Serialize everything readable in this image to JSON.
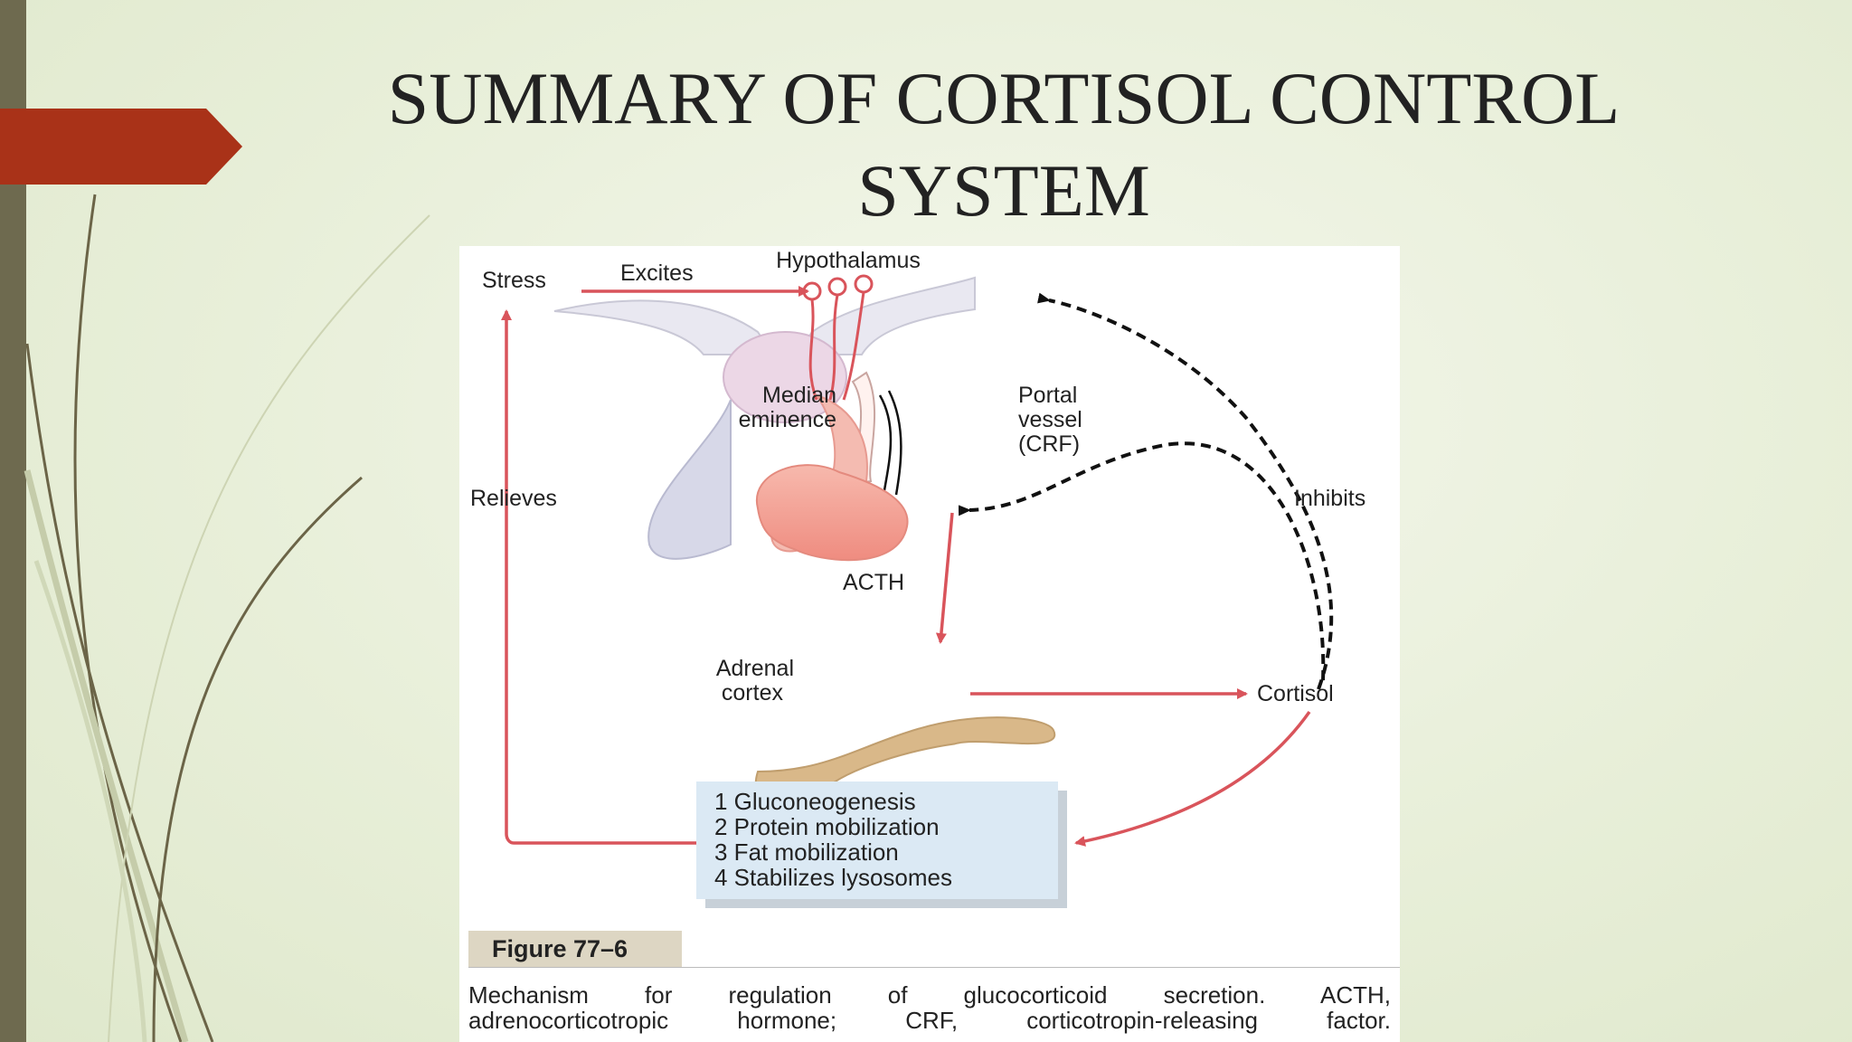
{
  "slide": {
    "title": "SUMMARY OF CORTISOL CONTROL SYSTEM",
    "colors": {
      "accent": "#a93218",
      "sidebar": "#6e6a4f",
      "arrow": "#d9545b"
    }
  },
  "diagram": {
    "labels": {
      "stress": "Stress",
      "excites": "Excites",
      "hypothalamus": "Hypothalamus",
      "median_eminence_1": "Median",
      "median_eminence_2": "eminence",
      "portal_1": "Portal",
      "portal_2": "vessel",
      "portal_3": "(CRF)",
      "relieves": "Relieves",
      "inhibits": "Inhibits",
      "acth": "ACTH",
      "adrenal_1": "Adrenal",
      "adrenal_2": "cortex",
      "cortisol": "Cortisol"
    },
    "effects": [
      "1 Gluconeogenesis",
      "2 Protein mobilization",
      "3 Fat mobilization",
      "4 Stabilizes lysosomes"
    ],
    "figure_label": "Figure 77–6",
    "caption_line1": "Mechanism for regulation of glucocorticoid secretion. ACTH,",
    "caption_line2": "adrenocorticotropic hormone; CRF, corticotropin-releasing factor."
  }
}
